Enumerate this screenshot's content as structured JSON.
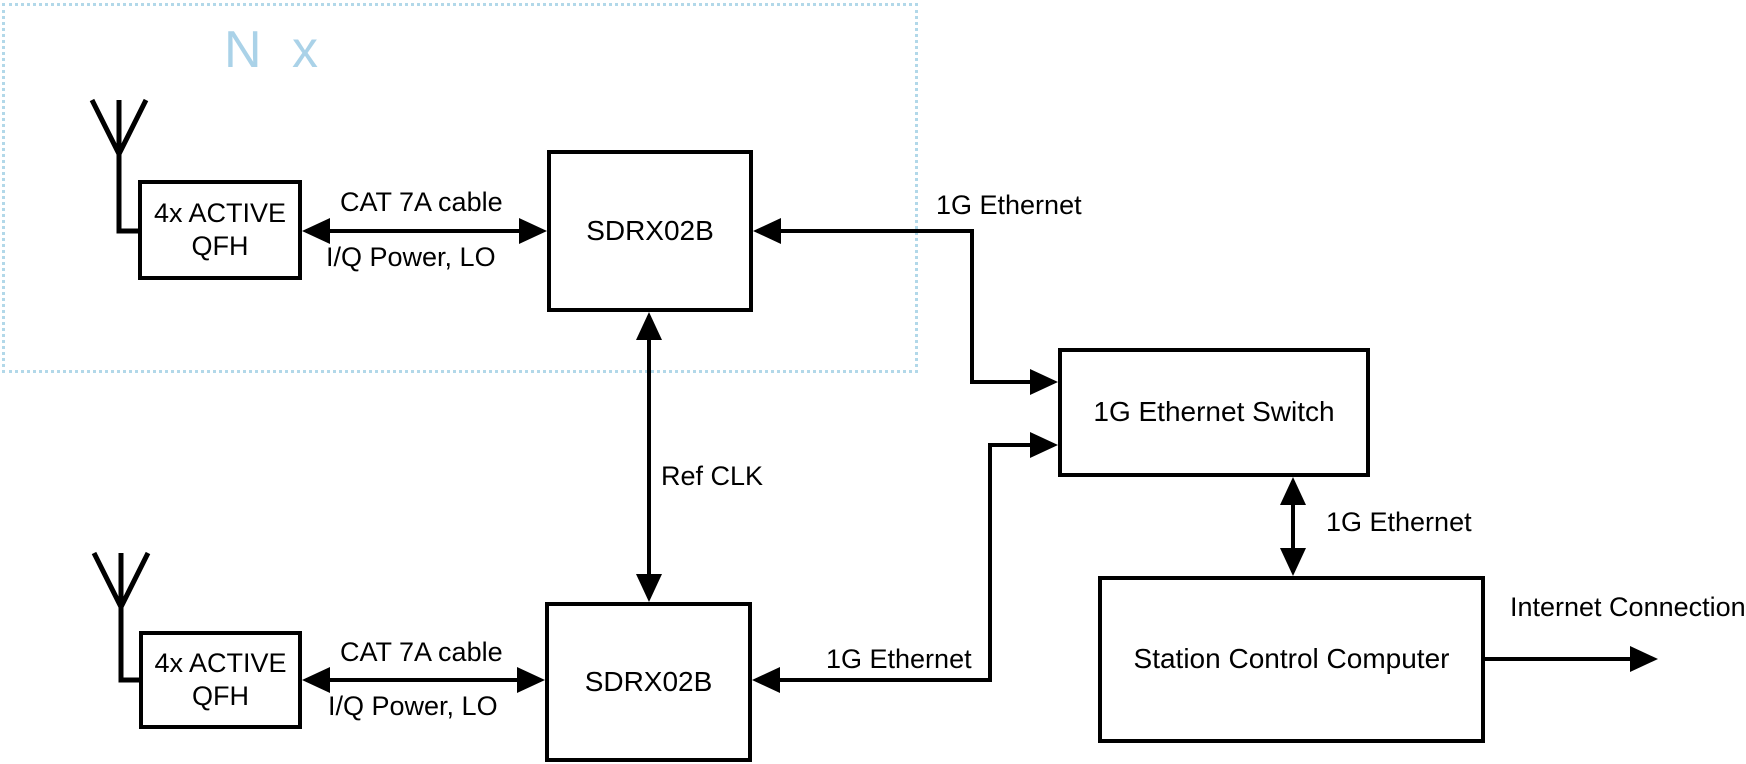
{
  "diagram": {
    "group": {
      "label": "N x"
    },
    "boxes": {
      "qfh_top": {
        "line1": "4x ACTIVE",
        "line2": "QFH"
      },
      "sdrx_top": {
        "label": "SDRX02B"
      },
      "qfh_bottom": {
        "line1": "4x ACTIVE",
        "line2": "QFH"
      },
      "sdrx_bottom": {
        "label": "SDRX02B"
      },
      "ethernet_switch": {
        "label": "1G Ethernet Switch"
      },
      "station_computer": {
        "label": "Station Control Computer"
      }
    },
    "edge_labels": {
      "cat7a_top": "CAT 7A cable",
      "iq_power_top": "I/Q Power, LO",
      "eth_top": "1G Ethernet",
      "ref_clk": "Ref CLK",
      "cat7a_bottom": "CAT 7A cable",
      "iq_power_bottom": "I/Q Power, LO",
      "eth_bottom": "1G Ethernet",
      "eth_switch_computer": "1G Ethernet",
      "internet": "Internet Connection"
    },
    "colors": {
      "line": "#000000",
      "accent_blue": "#aad2e8",
      "frame_blue": "#b2d8e9",
      "background": "#ffffff"
    }
  }
}
